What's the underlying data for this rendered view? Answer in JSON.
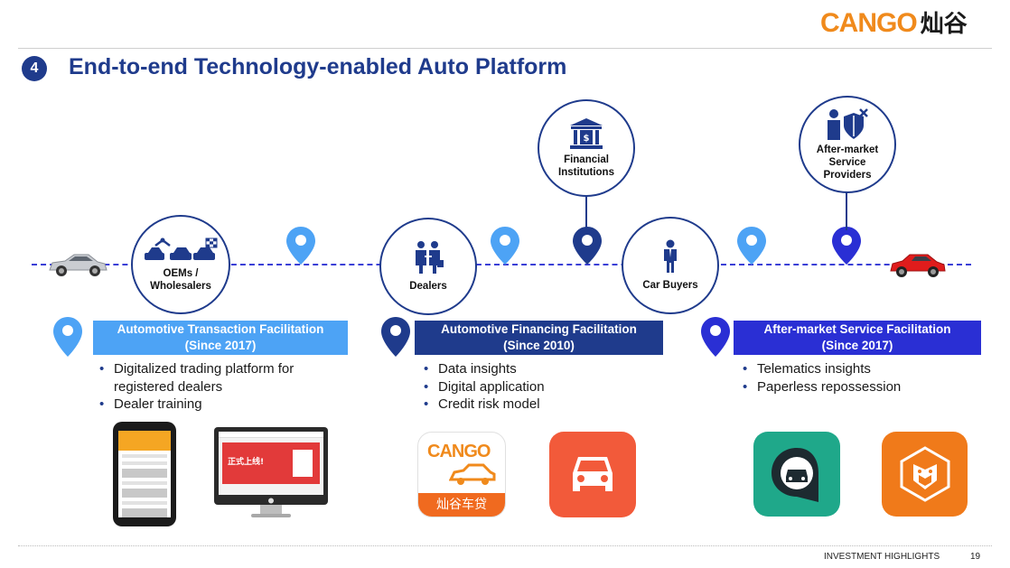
{
  "logo": {
    "latin": "CANGO",
    "chinese": "灿谷"
  },
  "section_number": "4",
  "title": "End-to-end Technology-enabled Auto Platform",
  "nodes": {
    "oems": "OEMs / Wholesalers",
    "dealers": "Dealers",
    "financial": "Financial Institutions",
    "car_buyers": "Car Buyers",
    "aftermarket": "After-market Service Providers"
  },
  "banners": [
    {
      "title": "Automotive Transaction Facilitation",
      "since": "(Since 2017)",
      "color": "#4da3f5",
      "bullets": [
        "Digitalized trading platform for registered dealers",
        "Dealer training"
      ]
    },
    {
      "title": "Automotive Financing Facilitation",
      "since": "(Since 2010)",
      "color": "#1f3b8c",
      "bullets": [
        "Data insights",
        "Digital application",
        "Credit risk model"
      ]
    },
    {
      "title": "After-market Service Facilitation",
      "since": "(Since 2017)",
      "color": "#2a2fd4",
      "bullets": [
        "Telematics insights",
        "Paperless repossession"
      ]
    }
  ],
  "apps": {
    "cango_app_label": "灿谷车贷",
    "cango_app_brand": "CANGO",
    "web_banner": "正式上线!"
  },
  "colors": {
    "light_blue": "#4da3f5",
    "navy": "#1f3b8c",
    "bright_blue": "#2a2fd4",
    "orange": "#f08a1c"
  },
  "footer": {
    "label": "INVESTMENT HIGHLIGHTS",
    "page": "19"
  }
}
